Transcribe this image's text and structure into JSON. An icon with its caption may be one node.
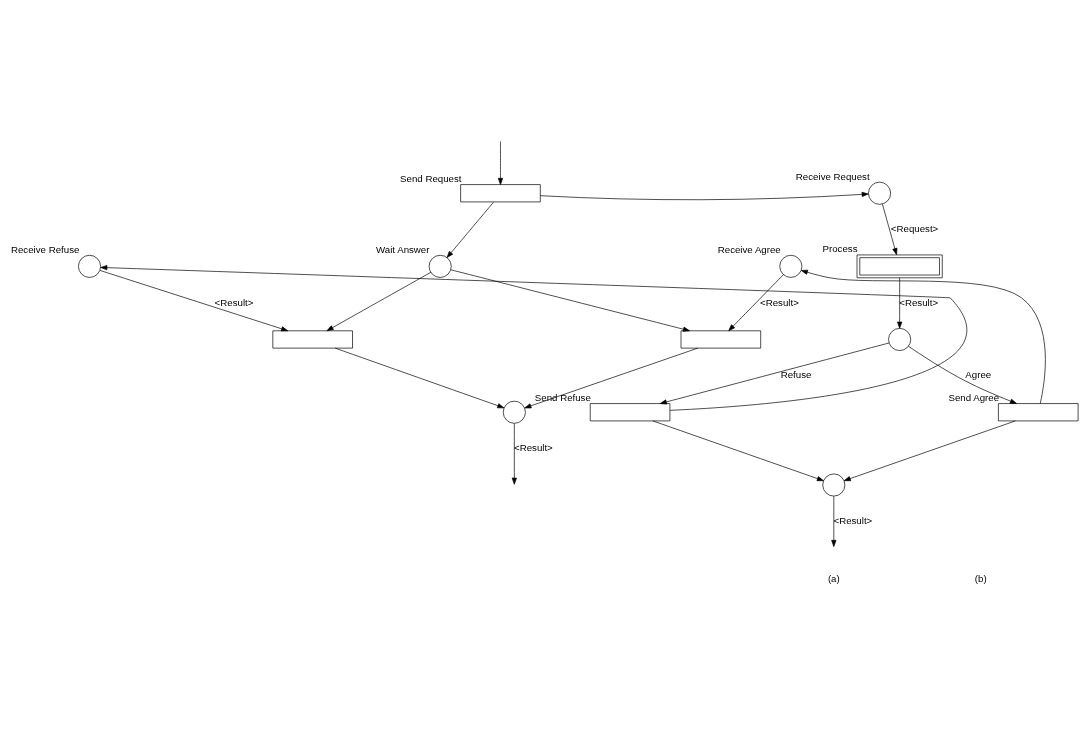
{
  "diagram": {
    "nodes": [
      {
        "text": [],
        "shape": "box",
        "beside": [
          "Send Request"
        ]
      },
      {
        "text": [],
        "shape": "circle",
        "beside": [
          "Receive Request"
        ]
      },
      {
        "text": [],
        "shape": "circle",
        "beside": [
          "Receive Refuse"
        ]
      },
      {
        "text": [],
        "shape": "circle",
        "beside": [
          "Wait Answer"
        ]
      },
      {
        "text": [],
        "shape": "circle",
        "beside": [
          "Receive Agree"
        ]
      },
      {
        "text": [],
        "shape": "box",
        "beside": [
          "Process"
        ]
      },
      {
        "text": [],
        "shape": "box"
      },
      {
        "text": [],
        "shape": "box"
      },
      {
        "text": [],
        "shape": "circle"
      },
      {
        "text": [],
        "shape": "box",
        "beside": [
          "Send Refuse"
        ]
      },
      {
        "text": [],
        "shape": "box",
        "beside": [
          "Send Agree"
        ]
      },
      {
        "text": [],
        "shape": "circle"
      },
      {
        "text": [],
        "shape": "circle"
      }
    ],
    "edges": [
      {
        "from": null,
        "to": 0,
        "arrow": "to"
      },
      {
        "from": 0,
        "to": 1,
        "arrow": "to"
      },
      {
        "from": 0,
        "to": 3,
        "arrow": "to"
      },
      {
        "from": 1,
        "to": 5,
        "arrow": "to",
        "label": "<Request>"
      },
      {
        "from": 5,
        "to": 8,
        "arrow": "to",
        "label": "<Result>"
      },
      {
        "from": 8,
        "to": 9,
        "arrow": "to",
        "label": "Refuse"
      },
      {
        "from": 8,
        "to": 10,
        "arrow": "to",
        "label": "Agree"
      },
      {
        "from": 9,
        "to": 2,
        "arrow": "to"
      },
      {
        "from": 10,
        "to": 4,
        "arrow": "to"
      },
      {
        "from": 2,
        "to": 6,
        "arrow": "to",
        "label": "<Result>"
      },
      {
        "from": 3,
        "to": 6,
        "arrow": "to"
      },
      {
        "from": 3,
        "to": 7,
        "arrow": "to"
      },
      {
        "from": 4,
        "to": 7,
        "arrow": "to",
        "label": "<Result>"
      },
      {
        "from": 6,
        "to": 11,
        "arrow": "to"
      },
      {
        "from": 7,
        "to": 11,
        "arrow": "to"
      },
      {
        "from": 9,
        "to": 12,
        "arrow": "to"
      },
      {
        "from": 10,
        "to": 12,
        "arrow": "to"
      },
      {
        "from": 11,
        "to": null,
        "arrow": "to",
        "label": "<Result>"
      },
      {
        "from": 12,
        "to": null,
        "arrow": "to",
        "label": "<Result>"
      }
    ],
    "labels": [
      "(a)",
      "(b)"
    ]
  }
}
